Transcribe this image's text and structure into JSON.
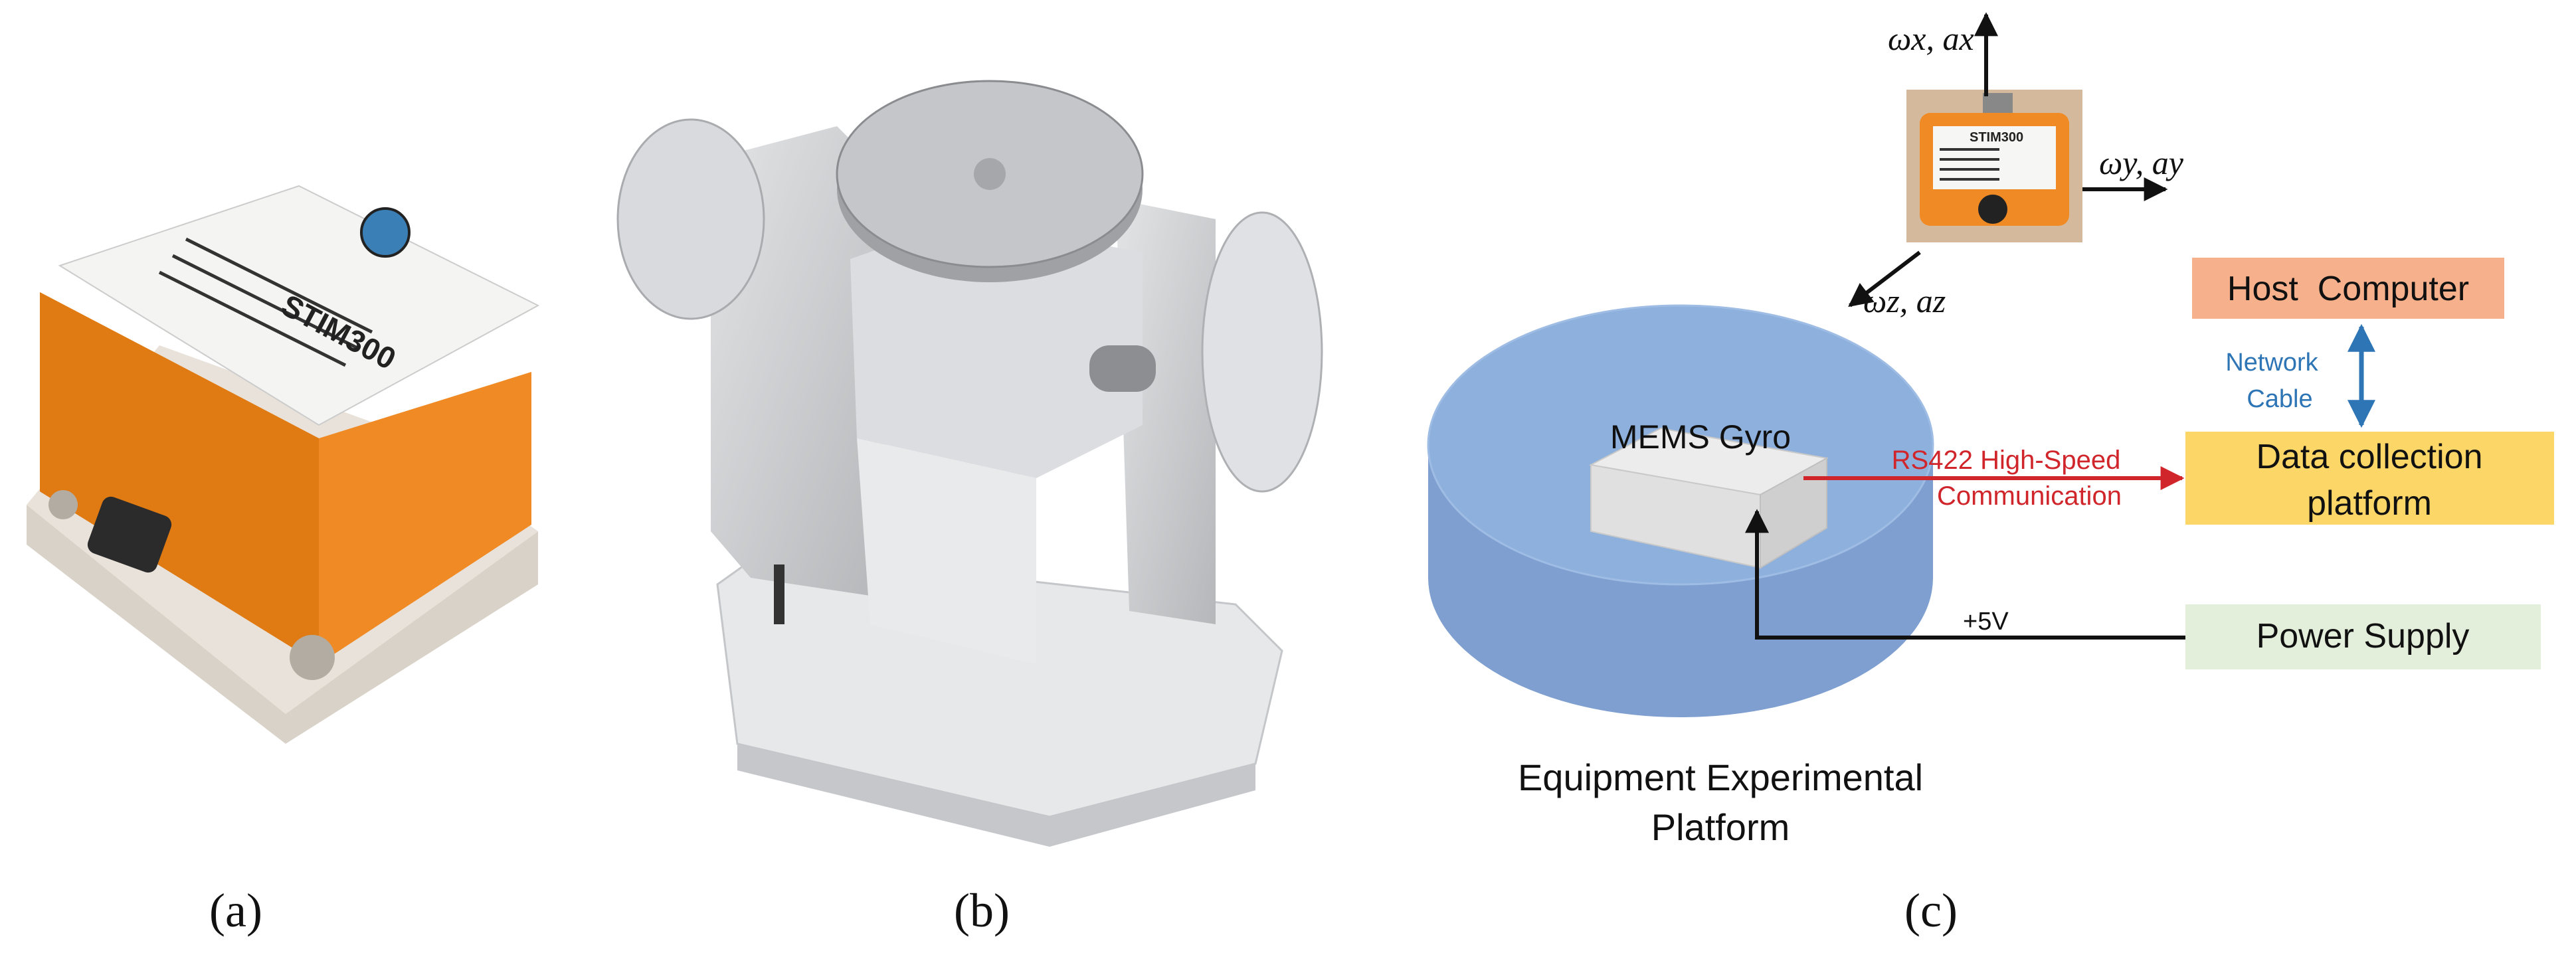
{
  "panels": {
    "a": {
      "caption": "(a)",
      "device_label": "STIM300"
    },
    "b": {
      "caption": "(b)"
    },
    "c": {
      "caption": "(c)",
      "axis_x": "ωx, ax",
      "axis_y": "ωy, ay",
      "axis_z": "ωz, az",
      "sensor_label": "STIM300",
      "gyro_label": "MEMS Gyro",
      "platform_label_line1": "Equipment Experimental",
      "platform_label_line2": "Platform",
      "host_computer": "Host  Computer",
      "network_cable_line1": "Network",
      "network_cable_line2": "Cable",
      "data_collection_line1": "Data collection",
      "data_collection_line2": "platform",
      "rs422_line1": "RS422 High-Speed",
      "rs422_line2": "Communication",
      "power_supply": "Power Supply",
      "voltage": "+5V"
    }
  },
  "colors": {
    "imu_orange": "#f08a24",
    "platform_blue": "#8db0dd",
    "host_box": "#f6b18c",
    "data_box": "#fcd767",
    "power_box": "#e3eedb",
    "rs422_text": "#d0262b",
    "network_text": "#2e75b6"
  }
}
